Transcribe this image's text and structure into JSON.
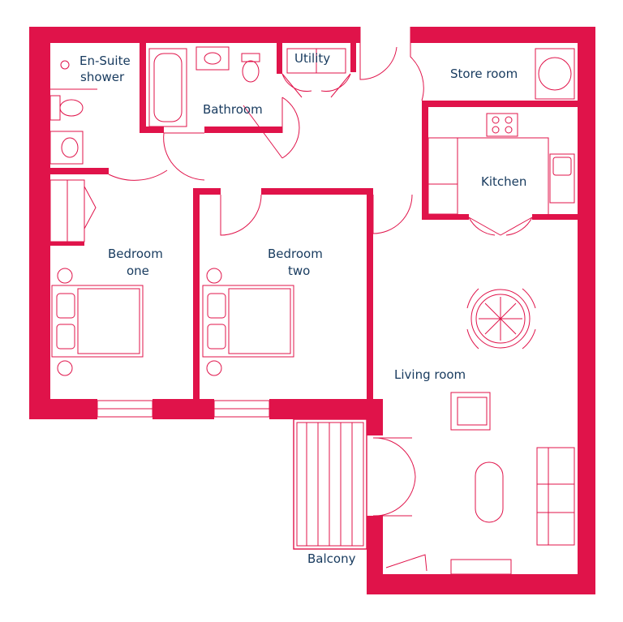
{
  "rooms": {
    "ensuite_line1": "En-Suite",
    "ensuite_line2": "shower",
    "utility": "Utility",
    "bathroom": "Bathroom",
    "store_room": "Store room",
    "kitchen": "Kitchen",
    "bedroom_one_line1": "Bedroom",
    "bedroom_one_line2": "one",
    "bedroom_two_line1": "Bedroom",
    "bedroom_two_line2": "two",
    "living_room": "Living room",
    "balcony": "Balcony"
  },
  "colors": {
    "wall": "#e0134a",
    "label": "#173a5e",
    "background": "#ffffff"
  }
}
